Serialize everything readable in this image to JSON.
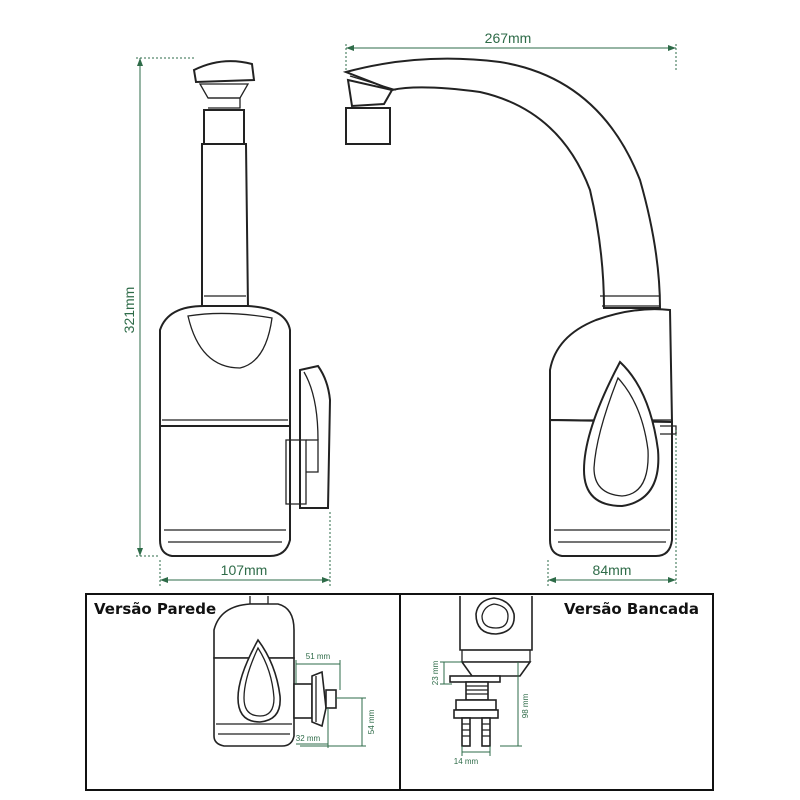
{
  "dimensions": {
    "total_width": "267mm",
    "total_height": "321mm",
    "front_body_width": "107mm",
    "side_body_depth": "84mm"
  },
  "panels": {
    "wall": {
      "title": "Versão Parede",
      "dims": {
        "a": "51 mm",
        "b": "32 mm",
        "c": "54 mm"
      }
    },
    "bench": {
      "title": "Versão Bancada",
      "dims": {
        "a": "23 mm",
        "b": "98 mm",
        "c": "14 mm"
      }
    }
  },
  "colors": {
    "dimension": "#2e6b48",
    "outline": "#222222",
    "frame": "#111111"
  }
}
